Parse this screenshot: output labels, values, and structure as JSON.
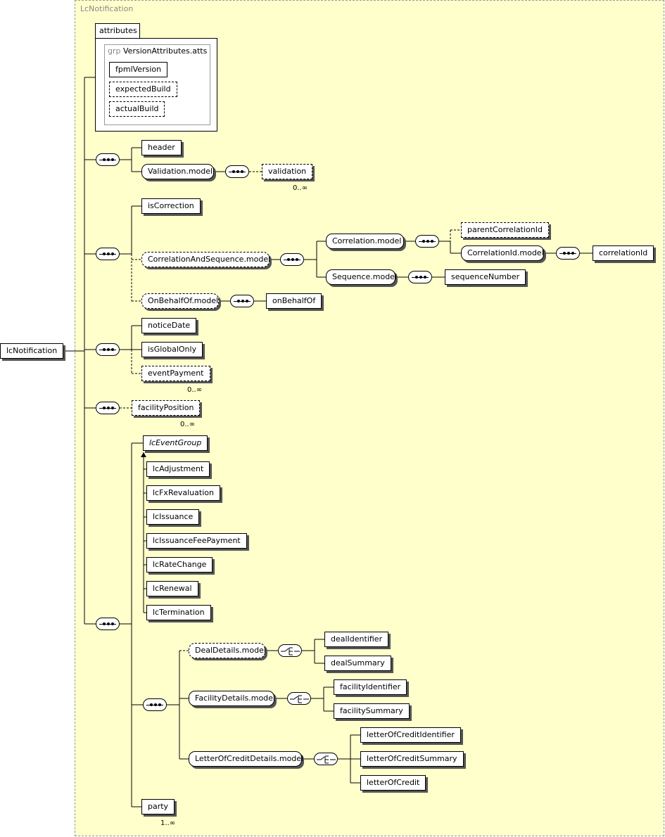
{
  "root": {
    "label": "lcNotification",
    "panel_title": "LcNotification"
  },
  "attributes": {
    "tab_label": "attributes",
    "group_keyword": "grp",
    "group_name": "VersionAttributes.atts",
    "items": [
      "fpmlVersion",
      "expectedBuild",
      "actualBuild"
    ]
  },
  "header_group": {
    "header": "header",
    "validation_model": "Validation.model",
    "validation": "validation",
    "validation_mult": "0..∞"
  },
  "correction_group": {
    "is_correction": "isCorrection",
    "correlation_and_sequence": "CorrelationAndSequence.model",
    "correlation_model": "Correlation.model",
    "parent_correlation_id": "parentCorrelationId",
    "correlation_id_model": "CorrelationId.model",
    "correlation_id": "correlationId",
    "sequence_model": "Sequence.model",
    "sequence_number": "sequenceNumber",
    "on_behalf_of_model": "OnBehalfOf.model",
    "on_behalf_of": "onBehalfOf"
  },
  "notice_group": {
    "notice_date": "noticeDate",
    "is_global_only": "isGlobalOnly",
    "event_payment": "eventPayment",
    "event_payment_mult": "0..∞"
  },
  "facility_group": {
    "facility_position": "facilityPosition",
    "facility_position_mult": "0..∞"
  },
  "event_group": {
    "head": "lcEventGroup",
    "items": [
      "lcAdjustment",
      "lcFxRevaluation",
      "lcIssuance",
      "lcIssuanceFeePayment",
      "lcRateChange",
      "lcRenewal",
      "lcTermination"
    ]
  },
  "details_group": {
    "deal_details_model": "DealDetails.model",
    "deal_identifier": "dealIdentifier",
    "deal_summary": "dealSummary",
    "facility_details_model": "FacilityDetails.model",
    "facility_identifier": "facilityIdentifier",
    "facility_summary": "facilitySummary",
    "loc_details_model": "LetterOfCreditDetails.model",
    "loc_identifier": "letterOfCreditIdentifier",
    "loc_summary": "letterOfCreditSummary",
    "loc": "letterOfCredit"
  },
  "party": {
    "label": "party",
    "mult": "1..∞"
  }
}
